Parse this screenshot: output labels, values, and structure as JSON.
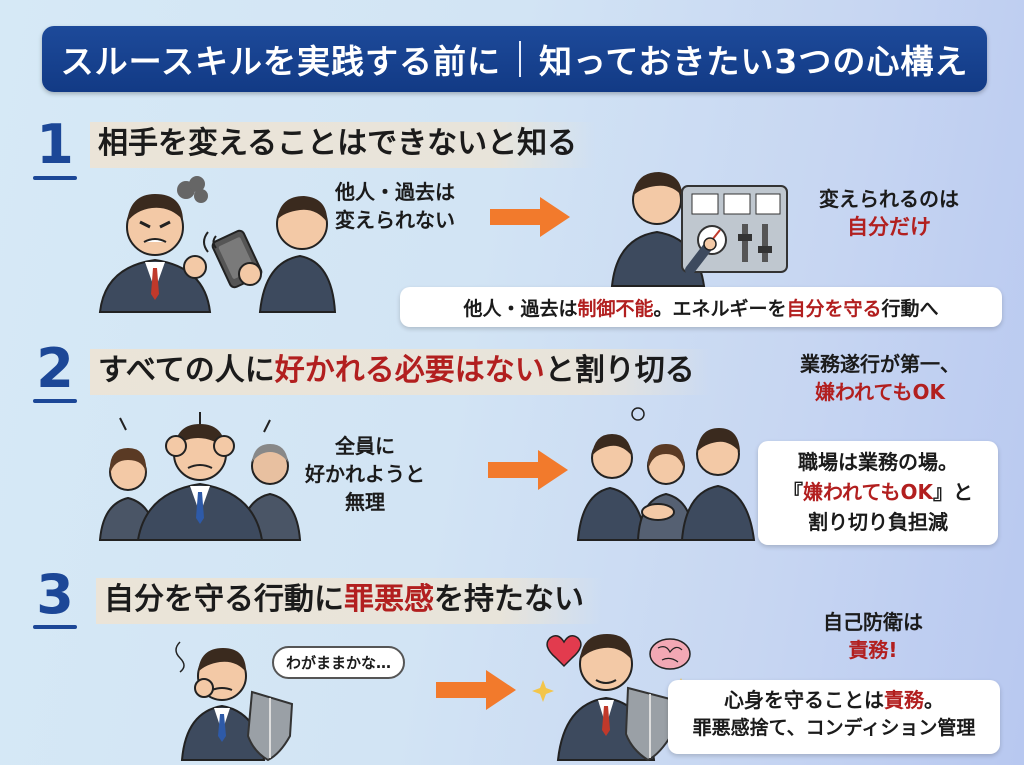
{
  "header": {
    "title_left": "スルースキルを実践する前に",
    "title_right": "知っておきたい3つの心構え"
  },
  "section1": {
    "number": "1",
    "heading": "相手を変えることはできないと知る",
    "left_line1": "他人・過去は",
    "left_line2": "変えられない",
    "right_line1": "変えられるのは",
    "right_line2": "自分だけ",
    "summary": {
      "p1": "他人・過去は",
      "p2": "制御不能",
      "p3": "。エネルギーを",
      "p4": "自分を守る",
      "p5": "行動へ"
    }
  },
  "section2": {
    "number": "2",
    "heading": {
      "p1": "すべての人に",
      "p2": "好かれる必要はない",
      "p3": "と割り切る"
    },
    "top_note_line1": "業務遂行が第一、",
    "top_note_line2": "嫌われてもOK",
    "left_line1": "全員に",
    "left_line2": "好かれようと",
    "left_line3": "無理",
    "card": {
      "line1": "職場は業務の場。",
      "line2_open": "『",
      "line2_red": "嫌われてもOK",
      "line2_close": "』と",
      "line3": "割り切り負担減"
    }
  },
  "section3": {
    "number": "3",
    "heading": {
      "p1": "自分を守る行動に",
      "p2": "罪悪感",
      "p3": "を持たない"
    },
    "speech": "わがままかな…",
    "top_note_line1": "自己防衛は",
    "top_note_line2": "責務!",
    "card": {
      "line1_a": "心身を守ることは",
      "line1_red": "責務",
      "line1_b": "。",
      "line2": "罪悪感捨て、コンディション管理"
    }
  },
  "colors": {
    "navy": "#1c4797",
    "accent_red": "#b21f1f",
    "arrow_orange": "#f27a2c",
    "suit": "#3d4a5e"
  }
}
